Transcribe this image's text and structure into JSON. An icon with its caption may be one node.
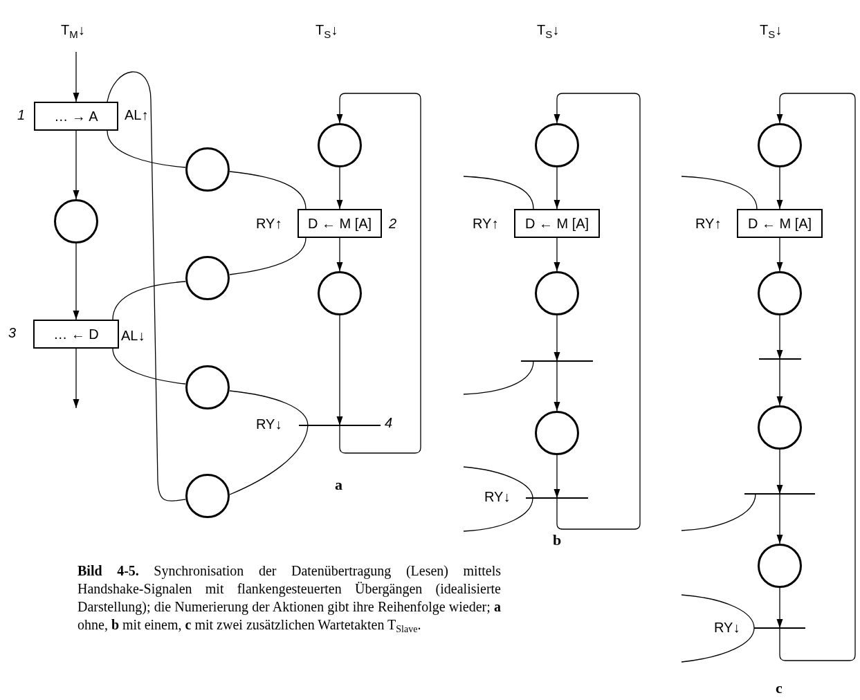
{
  "diagram": {
    "caption": "**Bild 4-5.** Synchronisation der Datenübertragung (Lesen) mittels Handshake-Signalen mit flankengesteuerten Übergängen (idealisierte Darstellung); die Numerierung der Aktionen gibt ihre Reihenfolge wieder; **a** ohne, **b** mit einem, **c** mit zwei zusätzlichen Wartetakten T$_{Slave}$.",
    "nodes": [
      {
        "text": [
          "… → A"
        ],
        "beside": [
          "1",
          "AL↑"
        ]
      },
      {
        "text": [],
        "shape": "circle"
      },
      {
        "text": [
          "… ← D"
        ],
        "beside": [
          "3",
          "AL↓"
        ]
      },
      {
        "text": [],
        "shape": "circle"
      },
      {
        "text": [],
        "shape": "circle"
      },
      {
        "text": [],
        "shape": "circle"
      },
      {
        "text": [],
        "shape": "circle"
      },
      {
        "text": [],
        "shape": "circle"
      },
      {
        "text": [
          "D ← M [A]"
        ],
        "beside": [
          "RY↑",
          "2"
        ]
      },
      {
        "text": [],
        "shape": "circle"
      },
      {
        "text": [],
        "shape": "bar",
        "beside": [
          "RY↓",
          "4"
        ]
      },
      {
        "text": [],
        "shape": "circle"
      },
      {
        "text": [
          "D ← M [A]"
        ],
        "beside": [
          "RY↑"
        ]
      },
      {
        "text": [],
        "shape": "circle"
      },
      {
        "text": [],
        "shape": "bar"
      },
      {
        "text": [],
        "shape": "circle"
      },
      {
        "text": [],
        "shape": "bar",
        "beside": [
          "RY↓"
        ]
      },
      {
        "text": [],
        "shape": "circle"
      },
      {
        "text": [
          "D ← M [A]"
        ],
        "beside": [
          "RY↑"
        ]
      },
      {
        "text": [],
        "shape": "circle"
      },
      {
        "text": [],
        "shape": "bar"
      },
      {
        "text": [],
        "shape": "circle"
      },
      {
        "text": [],
        "shape": "bar"
      },
      {
        "text": [],
        "shape": "circle"
      },
      {
        "text": [],
        "shape": "bar",
        "beside": [
          "RY↓"
        ]
      }
    ],
    "edges": [
      {
        "from": null,
        "to": 0,
        "arrow": "to"
      },
      {
        "from": 0,
        "to": 1,
        "arrow": "to"
      },
      {
        "from": 1,
        "to": 2,
        "arrow": "to"
      },
      {
        "from": 2,
        "to": null,
        "arrow": "to"
      },
      {
        "from": 0,
        "to": 6,
        "arrow": "none"
      },
      {
        "from": 0,
        "to": 3,
        "arrow": "none"
      },
      {
        "from": 3,
        "to": 8,
        "arrow": "none"
      },
      {
        "from": 8,
        "to": 4,
        "arrow": "none"
      },
      {
        "from": 4,
        "to": 2,
        "arrow": "none"
      },
      {
        "from": 2,
        "to": 5,
        "arrow": "none"
      },
      {
        "from": 5,
        "to": 10,
        "arrow": "none"
      },
      {
        "from": 10,
        "to": 6,
        "arrow": "none"
      },
      {
        "from": 7,
        "to": 8,
        "arrow": "to"
      },
      {
        "from": 8,
        "to": 9,
        "arrow": "to"
      },
      {
        "from": 9,
        "to": 10,
        "arrow": "to"
      },
      {
        "from": 10,
        "to": 7,
        "arrow": "to"
      },
      {
        "from": null,
        "to": 12,
        "arrow": "none"
      },
      {
        "from": 11,
        "to": 12,
        "arrow": "to"
      },
      {
        "from": 12,
        "to": 13,
        "arrow": "to"
      },
      {
        "from": 13,
        "to": 14,
        "arrow": "to"
      },
      {
        "from": 14,
        "to": 15,
        "arrow": "to"
      },
      {
        "from": 15,
        "to": 16,
        "arrow": "to"
      },
      {
        "from": 16,
        "to": 11,
        "arrow": "to"
      },
      {
        "from": 14,
        "to": null,
        "arrow": "none"
      },
      {
        "from": null,
        "to": 16,
        "arrow": "none"
      },
      {
        "from": 16,
        "to": null,
        "arrow": "none"
      },
      {
        "from": null,
        "to": 18,
        "arrow": "none"
      },
      {
        "from": 17,
        "to": 18,
        "arrow": "to"
      },
      {
        "from": 18,
        "to": 19,
        "arrow": "to"
      },
      {
        "from": 19,
        "to": 20,
        "arrow": "to"
      },
      {
        "from": 20,
        "to": 21,
        "arrow": "to"
      },
      {
        "from": 21,
        "to": 22,
        "arrow": "to"
      },
      {
        "from": 22,
        "to": 23,
        "arrow": "to"
      },
      {
        "from": 23,
        "to": 24,
        "arrow": "to"
      },
      {
        "from": 24,
        "to": 17,
        "arrow": "to"
      },
      {
        "from": 22,
        "to": null,
        "arrow": "none"
      },
      {
        "from": null,
        "to": 24,
        "arrow": "none"
      },
      {
        "from": 24,
        "to": null,
        "arrow": "none"
      }
    ],
    "labels": [
      "T$_{M}$↓",
      "T$_{S}$↓",
      "T$_{S}$↓",
      "T$_{S}$↓",
      "a",
      "b",
      "c"
    ]
  }
}
